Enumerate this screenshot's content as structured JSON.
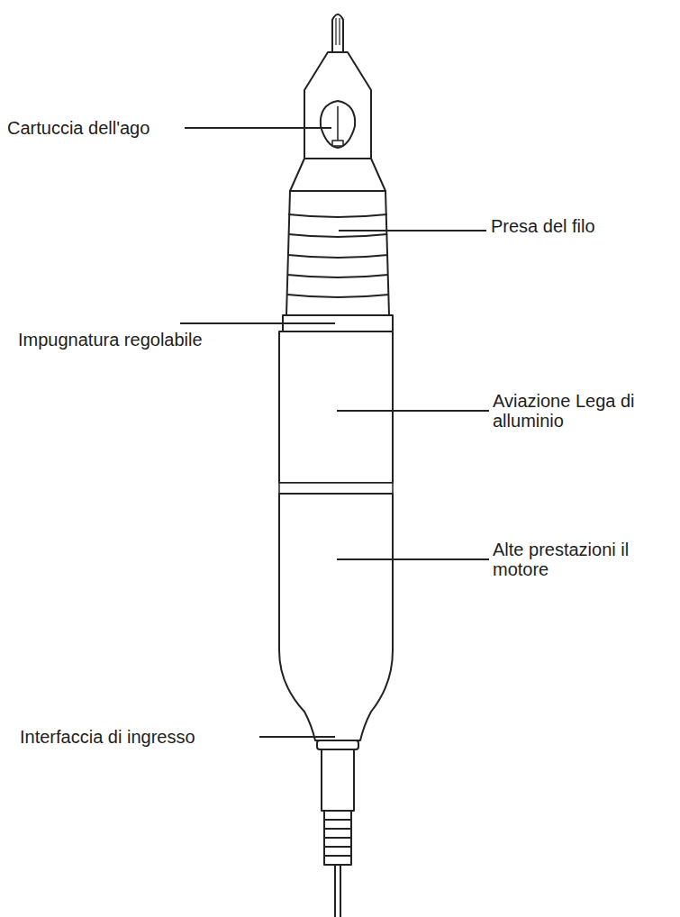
{
  "diagram": {
    "labels": [
      "Cartuccia dell'ago",
      "Presa del filo",
      "Impugnatura regolabile",
      "Aviazione Lega di alluminio",
      "Alte prestazioni il motore",
      "Interfaccia di ingresso"
    ]
  }
}
